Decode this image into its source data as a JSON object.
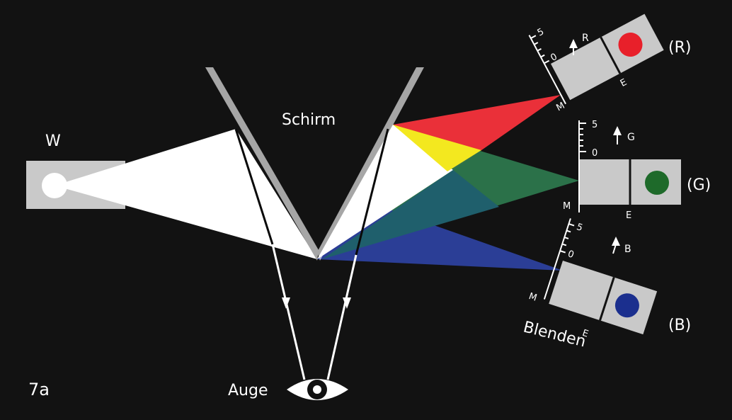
{
  "labels": {
    "lamp": "W",
    "screen": "Schirm",
    "eye": "Auge",
    "figure": "7a",
    "apertures": "Blenden"
  },
  "apertures": [
    {
      "id": "red",
      "name": "(R)",
      "arrow_label": "R",
      "scale_top": "5",
      "scale_zero": "0",
      "m_label": "M",
      "e_label": "E",
      "color": "#e8202a"
    },
    {
      "id": "green",
      "name": "(G)",
      "arrow_label": "G",
      "scale_top": "5",
      "scale_zero": "0",
      "m_label": "M",
      "e_label": "E",
      "color": "#1e6a2a"
    },
    {
      "id": "blue",
      "name": "(B)",
      "arrow_label": "B",
      "scale_top": "5",
      "scale_zero": "0",
      "m_label": "M",
      "e_label": "E",
      "color": "#1b2f8e"
    }
  ],
  "colors": {
    "background": "#121212",
    "screen": "#a6a6a6",
    "plate": "#c9c9c9",
    "light": "#ffffff",
    "red": "#e8202a",
    "yellow": "#f3e81f",
    "green": "#1c6b3e",
    "blue": "#1b2f8e"
  }
}
